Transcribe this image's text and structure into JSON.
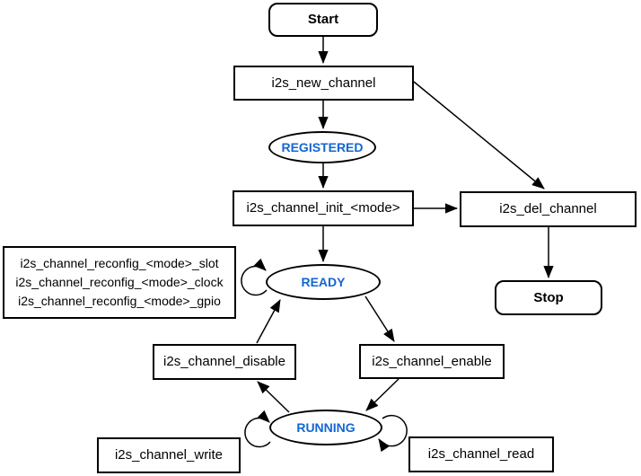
{
  "nodes": {
    "start": {
      "label": "Start"
    },
    "new_channel": {
      "label": "i2s_new_channel"
    },
    "registered": {
      "label": "REGISTERED"
    },
    "init": {
      "label": "i2s_channel_init_<mode>"
    },
    "del_channel": {
      "label": "i2s_del_channel"
    },
    "stop": {
      "label": "Stop"
    },
    "ready": {
      "label": "READY"
    },
    "reconfig": {
      "lines": [
        "i2s_channel_reconfig_<mode>_slot",
        "i2s_channel_reconfig_<mode>_clock",
        "i2s_channel_reconfig_<mode>_gpio"
      ]
    },
    "disable": {
      "label": "i2s_channel_disable"
    },
    "enable": {
      "label": "i2s_channel_enable"
    },
    "running": {
      "label": "RUNNING"
    },
    "write": {
      "label": "i2s_channel_write"
    },
    "read": {
      "label": "i2s_channel_read"
    }
  },
  "colors": {
    "state_text": "#1266d4",
    "stroke": "#000000",
    "background": "#ffffff"
  }
}
